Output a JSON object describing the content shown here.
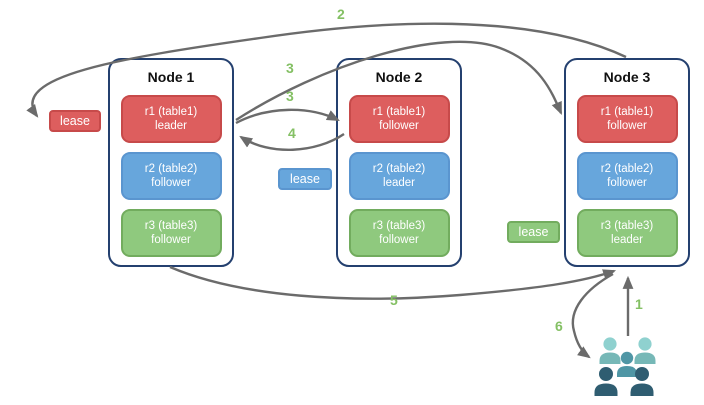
{
  "nodes": [
    {
      "title": "Node 1",
      "replicas": [
        {
          "name": "r1 (table1)",
          "role": "leader",
          "color": "red"
        },
        {
          "name": "r2 (table2)",
          "role": "follower",
          "color": "blue"
        },
        {
          "name": "r3 (table3)",
          "role": "follower",
          "color": "green"
        }
      ]
    },
    {
      "title": "Node 2",
      "replicas": [
        {
          "name": "r1 (table1)",
          "role": "follower",
          "color": "red"
        },
        {
          "name": "r2 (table2)",
          "role": "leader",
          "color": "blue"
        },
        {
          "name": "r3 (table3)",
          "role": "follower",
          "color": "green"
        }
      ]
    },
    {
      "title": "Node 3",
      "replicas": [
        {
          "name": "r1 (table1)",
          "role": "follower",
          "color": "red"
        },
        {
          "name": "r2 (table2)",
          "role": "follower",
          "color": "blue"
        },
        {
          "name": "r3 (table3)",
          "role": "leader",
          "color": "green"
        }
      ]
    }
  ],
  "leases": {
    "red": "lease",
    "blue": "lease",
    "green": "lease"
  },
  "steps": {
    "s1": "1",
    "s2": "2",
    "s3a": "3",
    "s3b": "3",
    "s4": "4",
    "s5": "5",
    "s6": "6"
  },
  "colors": {
    "replica_red_fill": "#DD5E5E",
    "replica_red_border": "#C74A4A",
    "replica_blue_fill": "#67A6DC",
    "replica_blue_border": "#5A95CF",
    "replica_green_fill": "#8FC97E",
    "replica_green_border": "#72AC5E",
    "node_border": "#24406F",
    "arrow": "#6B6B6B",
    "step_number": "#84C064",
    "users_light": "#8FD1CF",
    "users_medium": "#4F96A5",
    "users_dark": "#2F5D71"
  }
}
